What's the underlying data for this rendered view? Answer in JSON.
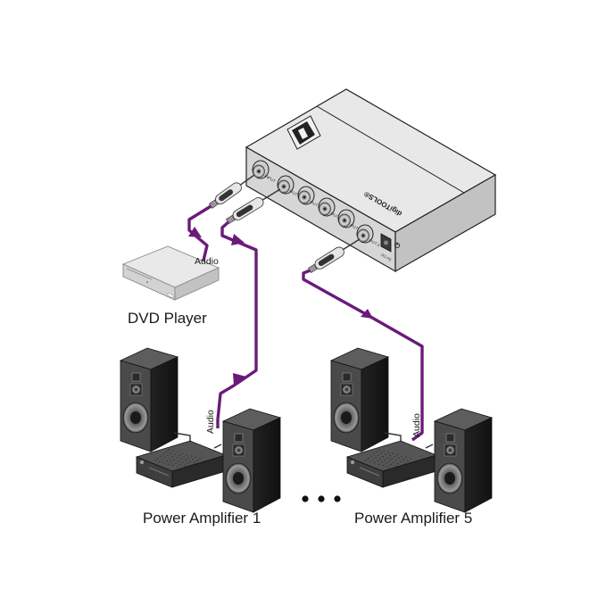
{
  "diagram": {
    "title": "Audio distribution connection diagram",
    "colors": {
      "cable": "#6a1b7a",
      "device_top": "#e6e6e6",
      "device_front": "#d2d2d2",
      "device_side": "#bdbdbd",
      "speaker": "#3a3a3a",
      "amplifier": "#4a4a4a",
      "dvd_body": "#dcdcdc"
    },
    "distributor": {
      "brand_text": "digiTOOLS®",
      "power_label": "5V DC",
      "ports": [
        {
          "id": "in",
          "label": "INPUT"
        },
        {
          "id": "out1",
          "label": "OUT 1"
        },
        {
          "id": "out2",
          "label": "OUT 2"
        },
        {
          "id": "out3",
          "label": "OUT 3"
        },
        {
          "id": "out4",
          "label": "OUT 4"
        },
        {
          "id": "out5",
          "label": "OUT 5"
        }
      ]
    },
    "source": {
      "name": "DVD Player",
      "cable_label": "Audio"
    },
    "outputs": [
      {
        "name": "Power Amplifier 1",
        "cable_label": "Audio"
      },
      {
        "name": "Power Amplifier 5",
        "cable_label": "Audio"
      }
    ],
    "ellipsis": "• • •"
  }
}
